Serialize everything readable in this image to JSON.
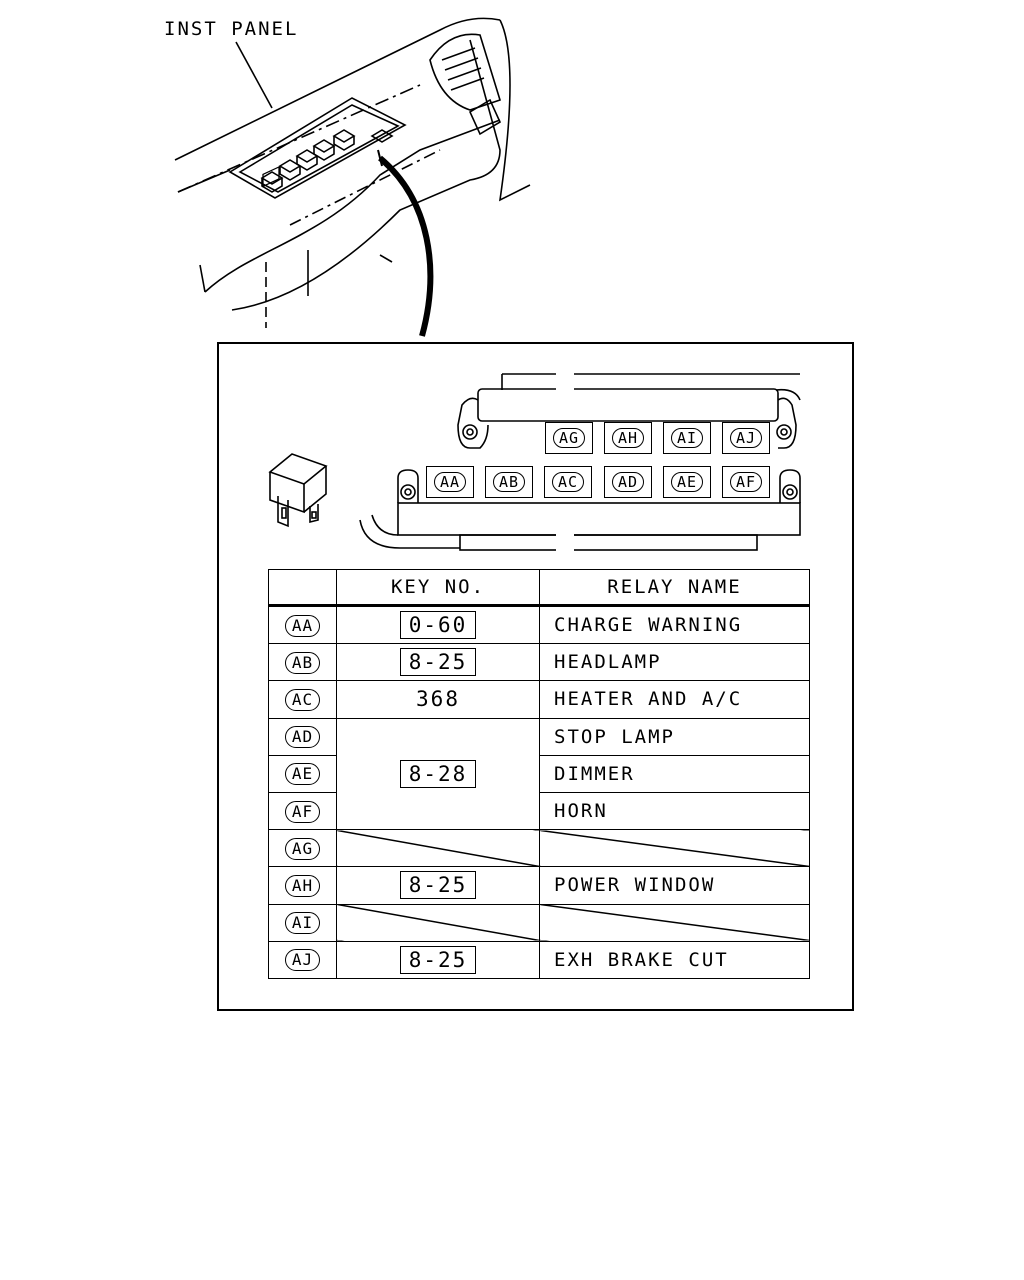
{
  "callout": {
    "label": "INST PANEL"
  },
  "relay_block": {
    "top_row": [
      "AG",
      "AH",
      "AI",
      "AJ"
    ],
    "bottom_row": [
      "AA",
      "AB",
      "AC",
      "AD",
      "AE",
      "AF"
    ]
  },
  "table": {
    "headers": {
      "code": "",
      "key": "KEY NO.",
      "name": "RELAY NAME"
    },
    "rows": [
      {
        "code": "AA",
        "key": "0-60",
        "key_style": "boxed",
        "name": "CHARGE WARNING"
      },
      {
        "code": "AB",
        "key": "8-25",
        "key_style": "boxed",
        "name": "HEADLAMP"
      },
      {
        "code": "AC",
        "key": "368",
        "key_style": "plain",
        "name": "HEATER AND A/C"
      },
      {
        "code": "AD",
        "key": "8-28",
        "key_style": "boxed",
        "name": "STOP LAMP"
      },
      {
        "code": "AE",
        "key": "",
        "key_style": "merged",
        "name": "DIMMER"
      },
      {
        "code": "AF",
        "key": "",
        "key_style": "merged",
        "name": "HORN"
      },
      {
        "code": "AG",
        "key": "",
        "key_style": "slash",
        "name": ""
      },
      {
        "code": "AH",
        "key": "8-25",
        "key_style": "boxed",
        "name": "POWER WINDOW"
      },
      {
        "code": "AI",
        "key": "",
        "key_style": "slash",
        "name": ""
      },
      {
        "code": "AJ",
        "key": "8-25",
        "key_style": "boxed",
        "name": "EXH BRAKE CUT"
      }
    ]
  }
}
